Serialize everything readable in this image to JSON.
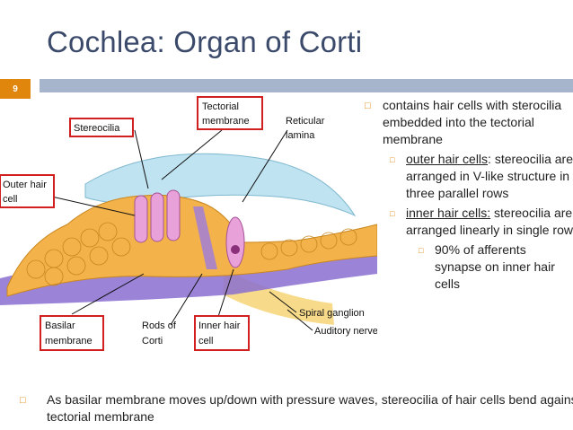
{
  "slide": {
    "title": "Cochlea: Organ of Corti",
    "number": "9"
  },
  "diagram": {
    "labels": {
      "tectorial": "Tectorial",
      "membrane": "membrane",
      "stereocilia": "Stereocilia",
      "reticular": "Reticular",
      "lamina": "lamina",
      "outer_hair": "Outer hair",
      "cell": "cell",
      "basilar": "Basilar",
      "basilar_membrane": "membrane",
      "rods_of": "Rods of",
      "corti": "Corti",
      "inner_hair": "Inner hair",
      "inner_cell": "cell",
      "spiral_ganglion": "Spiral ganglion",
      "auditory_nerve": "Auditory nerve"
    },
    "colors": {
      "highlight_box": "#d21f1f",
      "tectorial": "#bfe3f0",
      "cells": "#f3b24a",
      "membrane": "#8a6fd1",
      "hair_cells": "#e8a1d9"
    }
  },
  "bullets": {
    "main": "contains hair cells with sterocilia embedded into the tectorial membrane",
    "outer_label": "outer hair cells",
    "outer_colon": ":",
    "outer_text": "stereocilia are arranged in V-like structure in three parallel rows",
    "inner_label": "inner hair cells:",
    "inner_text": "stereocilia are arranged linearly in single row",
    "afferents": "90% of afferents synapse on inner hair cells",
    "bottom": "As basilar membrane moves up/down with pressure waves, stereocilia of hair cells bend against tectorial membrane"
  }
}
